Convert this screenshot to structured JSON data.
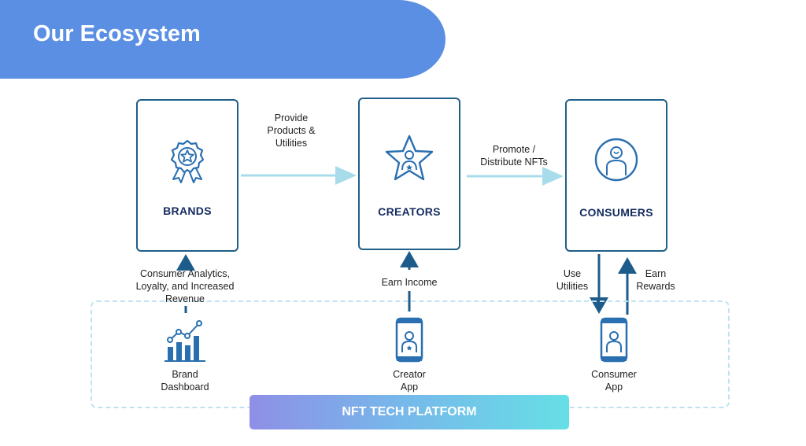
{
  "header": {
    "title": "Our Ecosystem"
  },
  "nodes": {
    "brands": {
      "label": "BRANDS",
      "icon": "badge-star-icon"
    },
    "creators": {
      "label": "CREATORS",
      "icon": "star-person-icon"
    },
    "consumers": {
      "label": "CONSUMERS",
      "icon": "user-circle-icon"
    }
  },
  "flows": {
    "provide": [
      "Provide",
      "Products &",
      "Utilities"
    ],
    "promote": [
      "Promote /",
      "Distribute NFTs"
    ],
    "analytics": [
      "Consumer Analytics,",
      "Loyalty, and Increased",
      "Revenue"
    ],
    "earn_income": [
      "Earn Income"
    ],
    "use_utilities": [
      "Use",
      "Utilities"
    ],
    "earn_rewards": [
      "Earn",
      "Rewards"
    ]
  },
  "apps": {
    "brand_dashboard": {
      "lines": [
        "Brand",
        "Dashboard"
      ],
      "icon": "bar-chart-icon"
    },
    "creator_app": {
      "lines": [
        "Creator",
        "App"
      ],
      "icon": "phone-creator-icon"
    },
    "consumer_app": {
      "lines": [
        "Consumer",
        "App"
      ],
      "icon": "phone-user-icon"
    }
  },
  "platform": {
    "label": "NFT TECH PLATFORM"
  },
  "colors": {
    "banner": "#5b8fe3",
    "box_border": "#1f5f88",
    "icon_blue": "#2a6fb0",
    "arrow_dark": "#1d5c8a",
    "arrow_light": "#a9dceb"
  }
}
